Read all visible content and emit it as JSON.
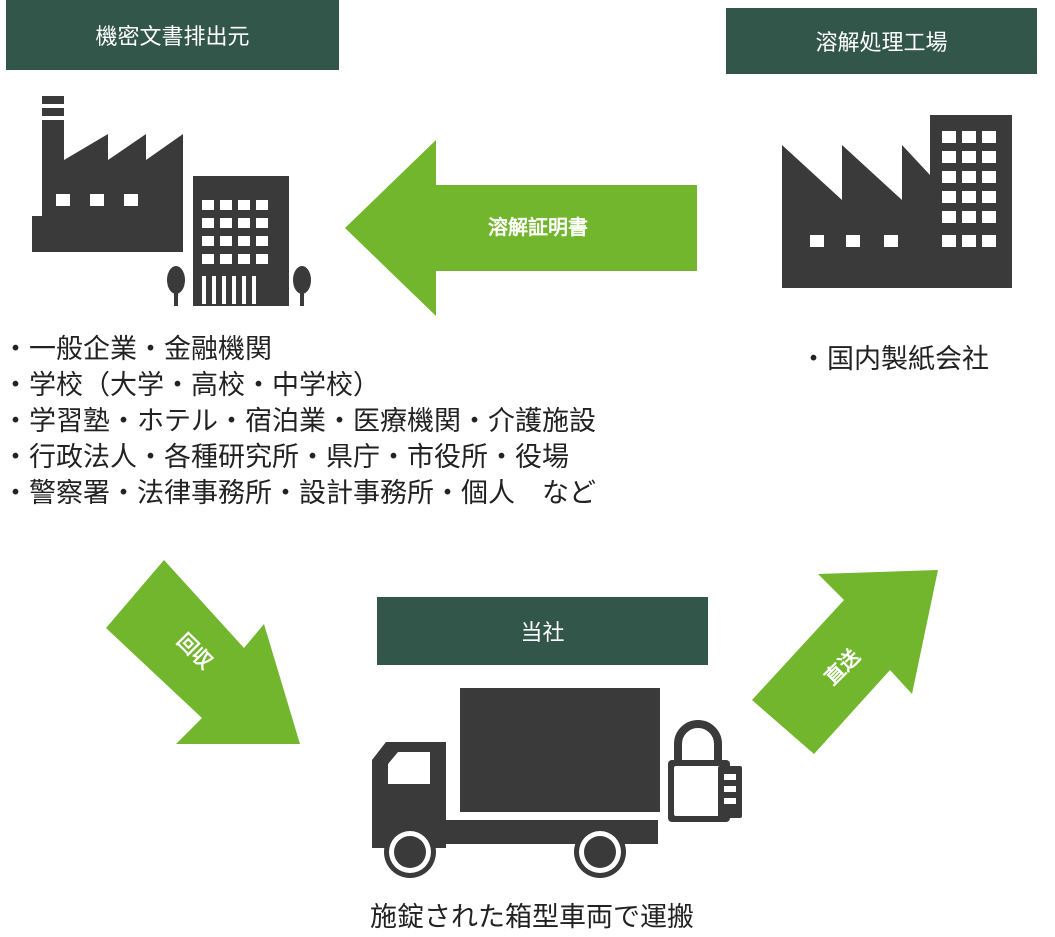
{
  "source": {
    "title": "機密文書排出元",
    "items": [
      "・一般企業・金融機関",
      "・学校（大学・高校・中学校）",
      "・学習塾・ホテル・宿泊業・医療機関・介護施設",
      "・行政法人・各種研究所・県庁・市役所・役場",
      "・警察署・法律事務所・設計事務所・個人　など"
    ]
  },
  "factory": {
    "title": "溶解処理工場",
    "items": [
      "・国内製紙会社"
    ]
  },
  "company": {
    "title": "当社",
    "caption": "施錠された箱型車両で運搬"
  },
  "arrows": {
    "certificate": "溶解証明書",
    "collect": "回収",
    "direct": "直送"
  },
  "colors": {
    "label_bg": "#33564a",
    "arrow_green": "#72b62d",
    "icon_dark": "#3a3a3a"
  }
}
